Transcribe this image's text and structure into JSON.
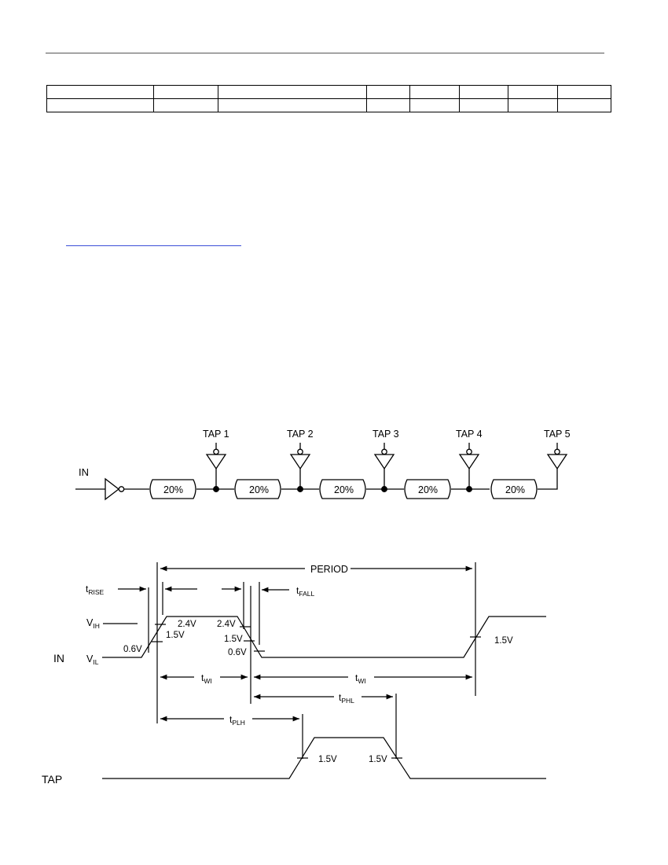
{
  "header": {
    "rule": true
  },
  "spec_table": {
    "rows": 2,
    "cols": 8
  },
  "link": {
    "text": ""
  },
  "chain": {
    "input_label": "IN",
    "taps": [
      "TAP 1",
      "TAP 2",
      "TAP 3",
      "TAP 4",
      "TAP 5"
    ],
    "segments": [
      "20%",
      "20%",
      "20%",
      "20%",
      "20%"
    ]
  },
  "timing": {
    "period_label": "PERIOD",
    "t_rise": {
      "main": "t",
      "sub": "RISE"
    },
    "t_fall": {
      "main": "t",
      "sub": "FALL"
    },
    "v_ih": {
      "main": "V",
      "sub": "IH"
    },
    "v_il": {
      "main": "V",
      "sub": "IL"
    },
    "signal_in": "IN",
    "signal_tap": "TAP",
    "v_24": "2.4V",
    "v_15": "1.5V",
    "v_06": "0.6V",
    "t_wi": {
      "main": "t",
      "sub": "WI"
    },
    "t_phl": {
      "main": "t",
      "sub": "PHL"
    },
    "t_plh": {
      "main": "t",
      "sub": "PLH"
    }
  }
}
